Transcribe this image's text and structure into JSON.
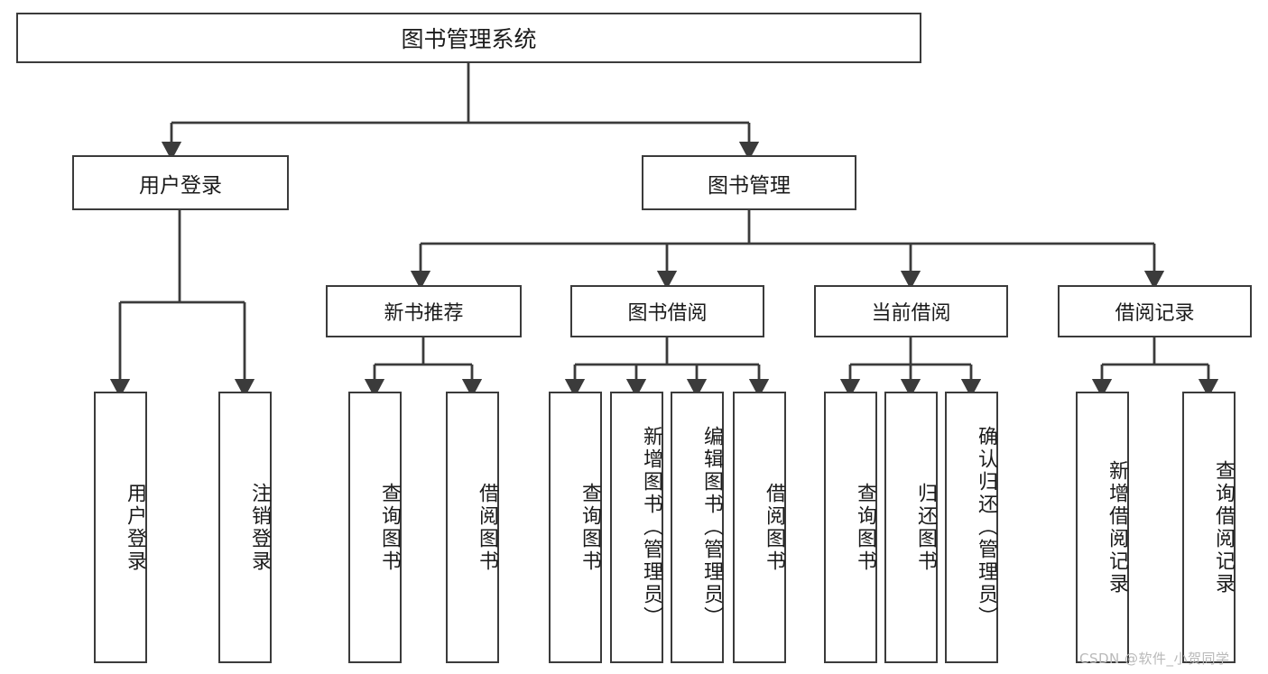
{
  "diagram": {
    "title": "图书管理系统",
    "type": "hierarchy-tree",
    "root": {
      "label": "图书管理系统"
    },
    "level2": [
      {
        "id": "user-login",
        "label": "用户登录"
      },
      {
        "id": "book-manage",
        "label": "图书管理"
      }
    ],
    "level3": [
      {
        "id": "new-book-recommend",
        "label": "新书推荐",
        "parent": "book-manage"
      },
      {
        "id": "book-borrow",
        "label": "图书借阅",
        "parent": "book-manage"
      },
      {
        "id": "current-borrow",
        "label": "当前借阅",
        "parent": "book-manage"
      },
      {
        "id": "borrow-record",
        "label": "借阅记录",
        "parent": "book-manage"
      }
    ],
    "leaves": [
      {
        "id": "leaf-user-login",
        "label": "用户登录",
        "parent": "user-login"
      },
      {
        "id": "leaf-user-logout",
        "label": "注销登录",
        "parent": "user-login"
      },
      {
        "id": "leaf-query-book-1",
        "label": "查询图书",
        "parent": "new-book-recommend"
      },
      {
        "id": "leaf-borrow-book-1",
        "label": "借阅图书",
        "parent": "new-book-recommend"
      },
      {
        "id": "leaf-query-book-2",
        "label": "查询图书",
        "parent": "book-borrow"
      },
      {
        "id": "leaf-add-book",
        "label": "新增图书（管理员）",
        "parent": "book-borrow"
      },
      {
        "id": "leaf-edit-book",
        "label": "编辑图书（管理员）",
        "parent": "book-borrow"
      },
      {
        "id": "leaf-borrow-book-2",
        "label": "借阅图书",
        "parent": "book-borrow"
      },
      {
        "id": "leaf-query-book-3",
        "label": "查询图书",
        "parent": "current-borrow"
      },
      {
        "id": "leaf-return-book",
        "label": "归还图书",
        "parent": "current-borrow"
      },
      {
        "id": "leaf-confirm-return",
        "label": "确认归还（管理员）",
        "parent": "current-borrow"
      },
      {
        "id": "leaf-add-record",
        "label": "新增借阅记录",
        "parent": "borrow-record"
      },
      {
        "id": "leaf-query-record",
        "label": "查询借阅记录",
        "parent": "borrow-record"
      }
    ],
    "colors": {
      "stroke": "#3b3b3b",
      "box_fill": "#ffffff",
      "text": "#1b1b1b",
      "watermark": "#b9b9b9"
    }
  },
  "watermark": {
    "text": "CSDN @软件_小贺同学"
  }
}
